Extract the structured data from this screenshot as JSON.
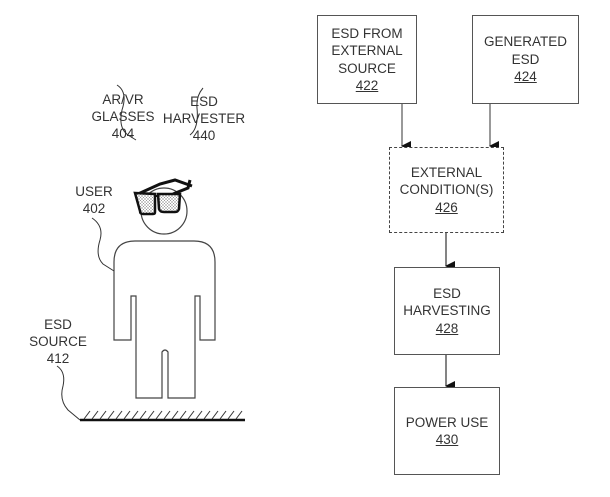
{
  "figure_labels": {
    "glasses": {
      "lines": [
        "AR/VR",
        "GLASSES"
      ],
      "ref": "404"
    },
    "harvester": {
      "lines": [
        "ESD",
        "HARVESTER"
      ],
      "ref": "440"
    },
    "user": {
      "lines": [
        "USER"
      ],
      "ref": "402"
    },
    "source": {
      "lines": [
        "ESD",
        "SOURCE"
      ],
      "ref": "412"
    }
  },
  "flow_boxes": {
    "external_source": {
      "lines": [
        "ESD FROM",
        "EXTERNAL",
        "SOURCE"
      ],
      "ref": "422",
      "style": "solid"
    },
    "generated": {
      "lines": [
        "GENERATED",
        "ESD"
      ],
      "ref": "424",
      "style": "solid"
    },
    "conditions": {
      "lines": [
        "EXTERNAL",
        "CONDITION(S)"
      ],
      "ref": "426",
      "style": "dashed"
    },
    "harvesting": {
      "lines": [
        "ESD",
        "HARVESTING"
      ],
      "ref": "428",
      "style": "solid"
    },
    "power_use": {
      "lines": [
        "POWER USE"
      ],
      "ref": "430",
      "style": "solid"
    }
  },
  "flow_edges": [
    {
      "from": "external_source",
      "to": "conditions"
    },
    {
      "from": "generated",
      "to": "conditions"
    },
    {
      "from": "conditions",
      "to": "harvesting"
    },
    {
      "from": "harvesting",
      "to": "power_use"
    }
  ]
}
